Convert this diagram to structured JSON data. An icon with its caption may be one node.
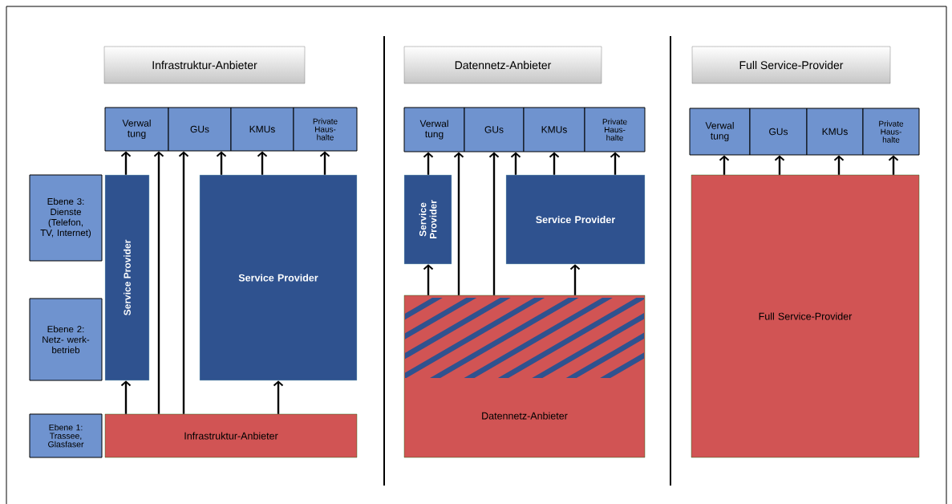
{
  "diagram": {
    "nodes": [
      {
        "text": [
          "Infrastruktur-Anbieter"
        ]
      },
      {
        "text": [
          "Verwal tung"
        ]
      },
      {
        "text": [
          "GUs"
        ]
      },
      {
        "text": [
          "KMUs"
        ]
      },
      {
        "text": [
          "Private Haus- halte"
        ]
      },
      {
        "text": [
          "Ebene 3: Dienste (Telefon, TV, Internet)"
        ]
      },
      {
        "text": [
          "Ebene 2: Netz- werk- betrieb"
        ]
      },
      {
        "text": [
          "Ebene 1: Trassee, Glasfaser"
        ]
      },
      {
        "text": [
          "Service Provider"
        ]
      },
      {
        "text": [
          "Service Provider"
        ]
      },
      {
        "text": [
          "Infrastruktur-Anbieter"
        ]
      },
      {
        "text": [
          "Datennetz-Anbieter"
        ]
      },
      {
        "text": [
          "Verwal tung"
        ]
      },
      {
        "text": [
          "GUs"
        ]
      },
      {
        "text": [
          "KMUs"
        ]
      },
      {
        "text": [
          "Private Haus- halte"
        ]
      },
      {
        "text": [
          "Service Provider"
        ]
      },
      {
        "text": [
          "Service Provider"
        ]
      },
      {
        "text": [
          "Datennetz-Anbieter"
        ]
      },
      {
        "text": [
          "Full Service-Provider"
        ]
      },
      {
        "text": [
          "Verwal tung"
        ]
      },
      {
        "text": [
          "GUs"
        ]
      },
      {
        "text": [
          "KMUs"
        ]
      },
      {
        "text": [
          "Private Haus- halte"
        ]
      },
      {
        "text": [
          "Full Service-Provider"
        ]
      }
    ],
    "edges": [
      {
        "from": 8,
        "to": 1,
        "arrow": "to"
      },
      {
        "from": 10,
        "to": 1,
        "arrow": "to"
      },
      {
        "from": 10,
        "to": 2,
        "arrow": "to"
      },
      {
        "from": 9,
        "to": 2,
        "arrow": "to"
      },
      {
        "from": 9,
        "to": 3,
        "arrow": "to"
      },
      {
        "from": 9,
        "to": 4,
        "arrow": "to"
      },
      {
        "from": 10,
        "to": 8,
        "arrow": "to"
      },
      {
        "from": 10,
        "to": 9,
        "arrow": "to"
      },
      {
        "from": 16,
        "to": 12,
        "arrow": "to"
      },
      {
        "from": 18,
        "to": 12,
        "arrow": "to"
      },
      {
        "from": 18,
        "to": 13,
        "arrow": "to"
      },
      {
        "from": 17,
        "to": 13,
        "arrow": "to"
      },
      {
        "from": 17,
        "to": 14,
        "arrow": "to"
      },
      {
        "from": 17,
        "to": 15,
        "arrow": "to"
      },
      {
        "from": 18,
        "to": 16,
        "arrow": "to"
      },
      {
        "from": 18,
        "to": 17,
        "arrow": "to"
      },
      {
        "from": 24,
        "to": 20,
        "arrow": "to"
      },
      {
        "from": 24,
        "to": 21,
        "arrow": "to"
      },
      {
        "from": 24,
        "to": 22,
        "arrow": "to"
      },
      {
        "from": 24,
        "to": 23,
        "arrow": "to"
      }
    ]
  }
}
